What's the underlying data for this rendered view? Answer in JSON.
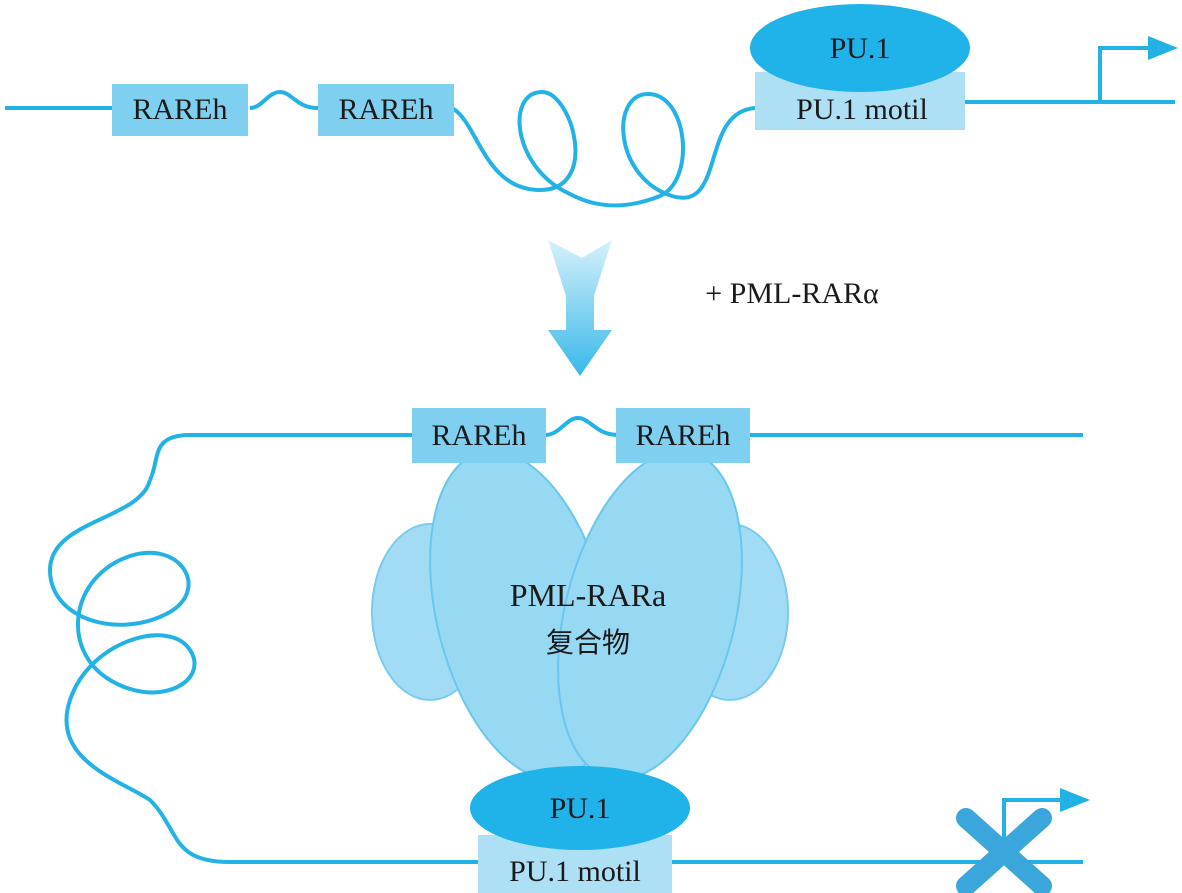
{
  "colors": {
    "dna_line": "#22b2e6",
    "box_fill": "#7fd0f0",
    "box_light": "#aee0f5",
    "pu1_oval": "#1fb3ea",
    "complex_fill": "#8fd5f2",
    "complex_edge": "#5cc3ec",
    "block_x": "#3aa6dc",
    "text": "#1a1a1a"
  },
  "top_strand": {
    "rareh_1": "RAREh",
    "rareh_2": "RAREh",
    "pu1_protein": "PU.1",
    "pu1_motif": "PU.1 motil",
    "promoter_state": "active"
  },
  "transition": {
    "label": "+ PML-RARα"
  },
  "bottom_strand": {
    "rareh_1": "RAREh",
    "rareh_2": "RAREh",
    "complex_name": "PML-RARa",
    "complex_suffix": "复合物",
    "pu1_protein": "PU.1",
    "pu1_motif": "PU.1 motil",
    "promoter_state": "blocked"
  }
}
